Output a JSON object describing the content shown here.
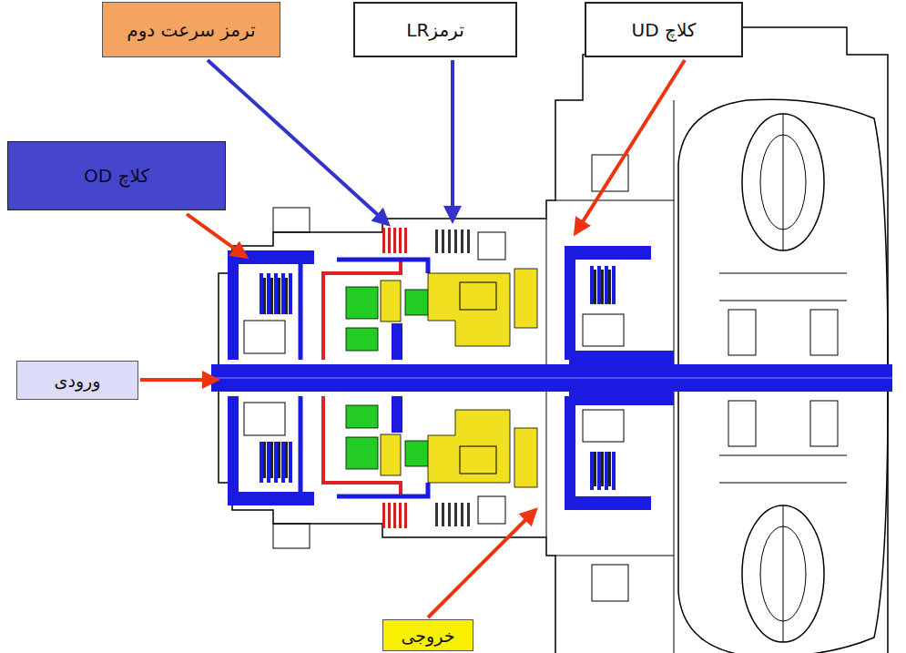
{
  "diagram": {
    "nodes": [
      {
        "text": [
          "ترمز سرعت دوم"
        ]
      },
      {
        "text": [
          "ترمزLR"
        ]
      },
      {
        "text": [
          "کلاچ UD"
        ]
      },
      {
        "text": [
          "کلاچ OD"
        ]
      },
      {
        "text": [
          "ورودی"
        ]
      },
      {
        "text": [
          "خروجی"
        ]
      }
    ]
  }
}
